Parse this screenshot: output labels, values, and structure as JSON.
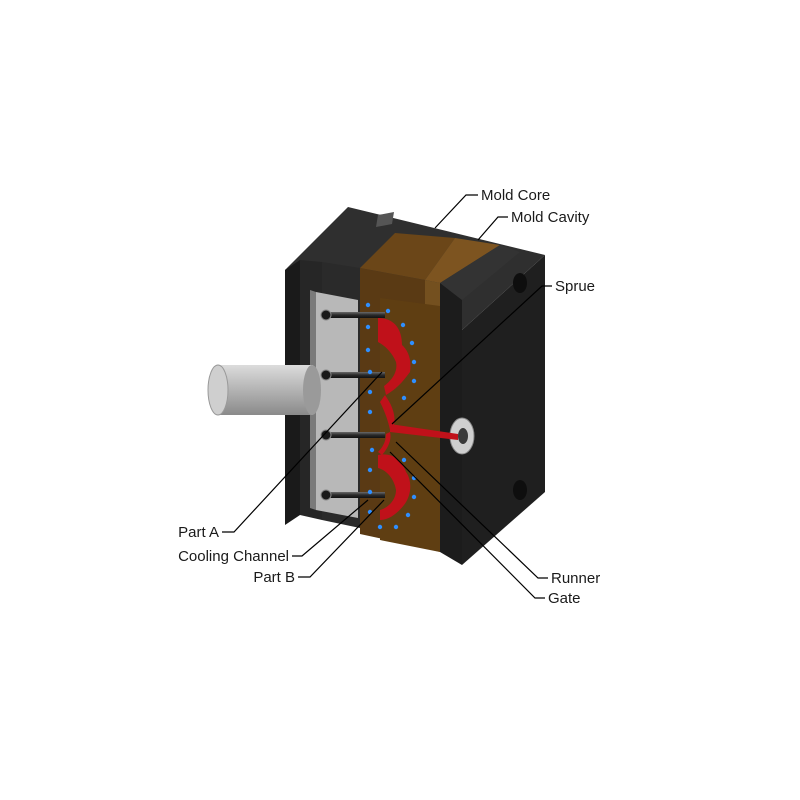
{
  "labels": {
    "mold_core": "Mold Core",
    "mold_cavity": "Mold Cavity",
    "sprue": "Sprue",
    "part_a": "Part A",
    "cooling_channel": "Cooling Channel",
    "part_b": "Part B",
    "runner": "Runner",
    "gate": "Gate"
  },
  "colors": {
    "mold_body": "#1f1f1f",
    "mold_body_side": "#2b2b2b",
    "mold_plate_brown": "#5a3a14",
    "mold_plate_brown_light": "#74501f",
    "molten_plastic": "#c0111a",
    "cooling_dots": "#2f8fff",
    "ejector_plate": "#b8b8b8",
    "ejector_shaft": "#a9a9a9"
  }
}
